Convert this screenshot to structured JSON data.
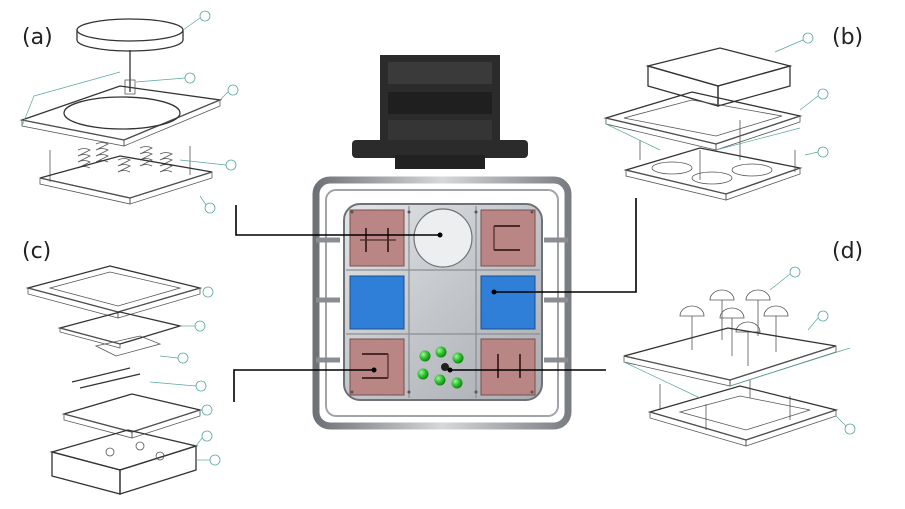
{
  "panels": {
    "a": {
      "label": "(a)"
    },
    "b": {
      "label": "(b)"
    },
    "c": {
      "label": "(c)"
    },
    "d": {
      "label": "(d)"
    }
  },
  "colors": {
    "frame": "#8a8e93",
    "plate": "#c9ccd0",
    "pink_module": "#b98585",
    "blue_module": "#2f7fd8",
    "green_sphere": "#2ec62e",
    "motor": "#2b2b2b",
    "dimension": "#5aa7a0"
  }
}
